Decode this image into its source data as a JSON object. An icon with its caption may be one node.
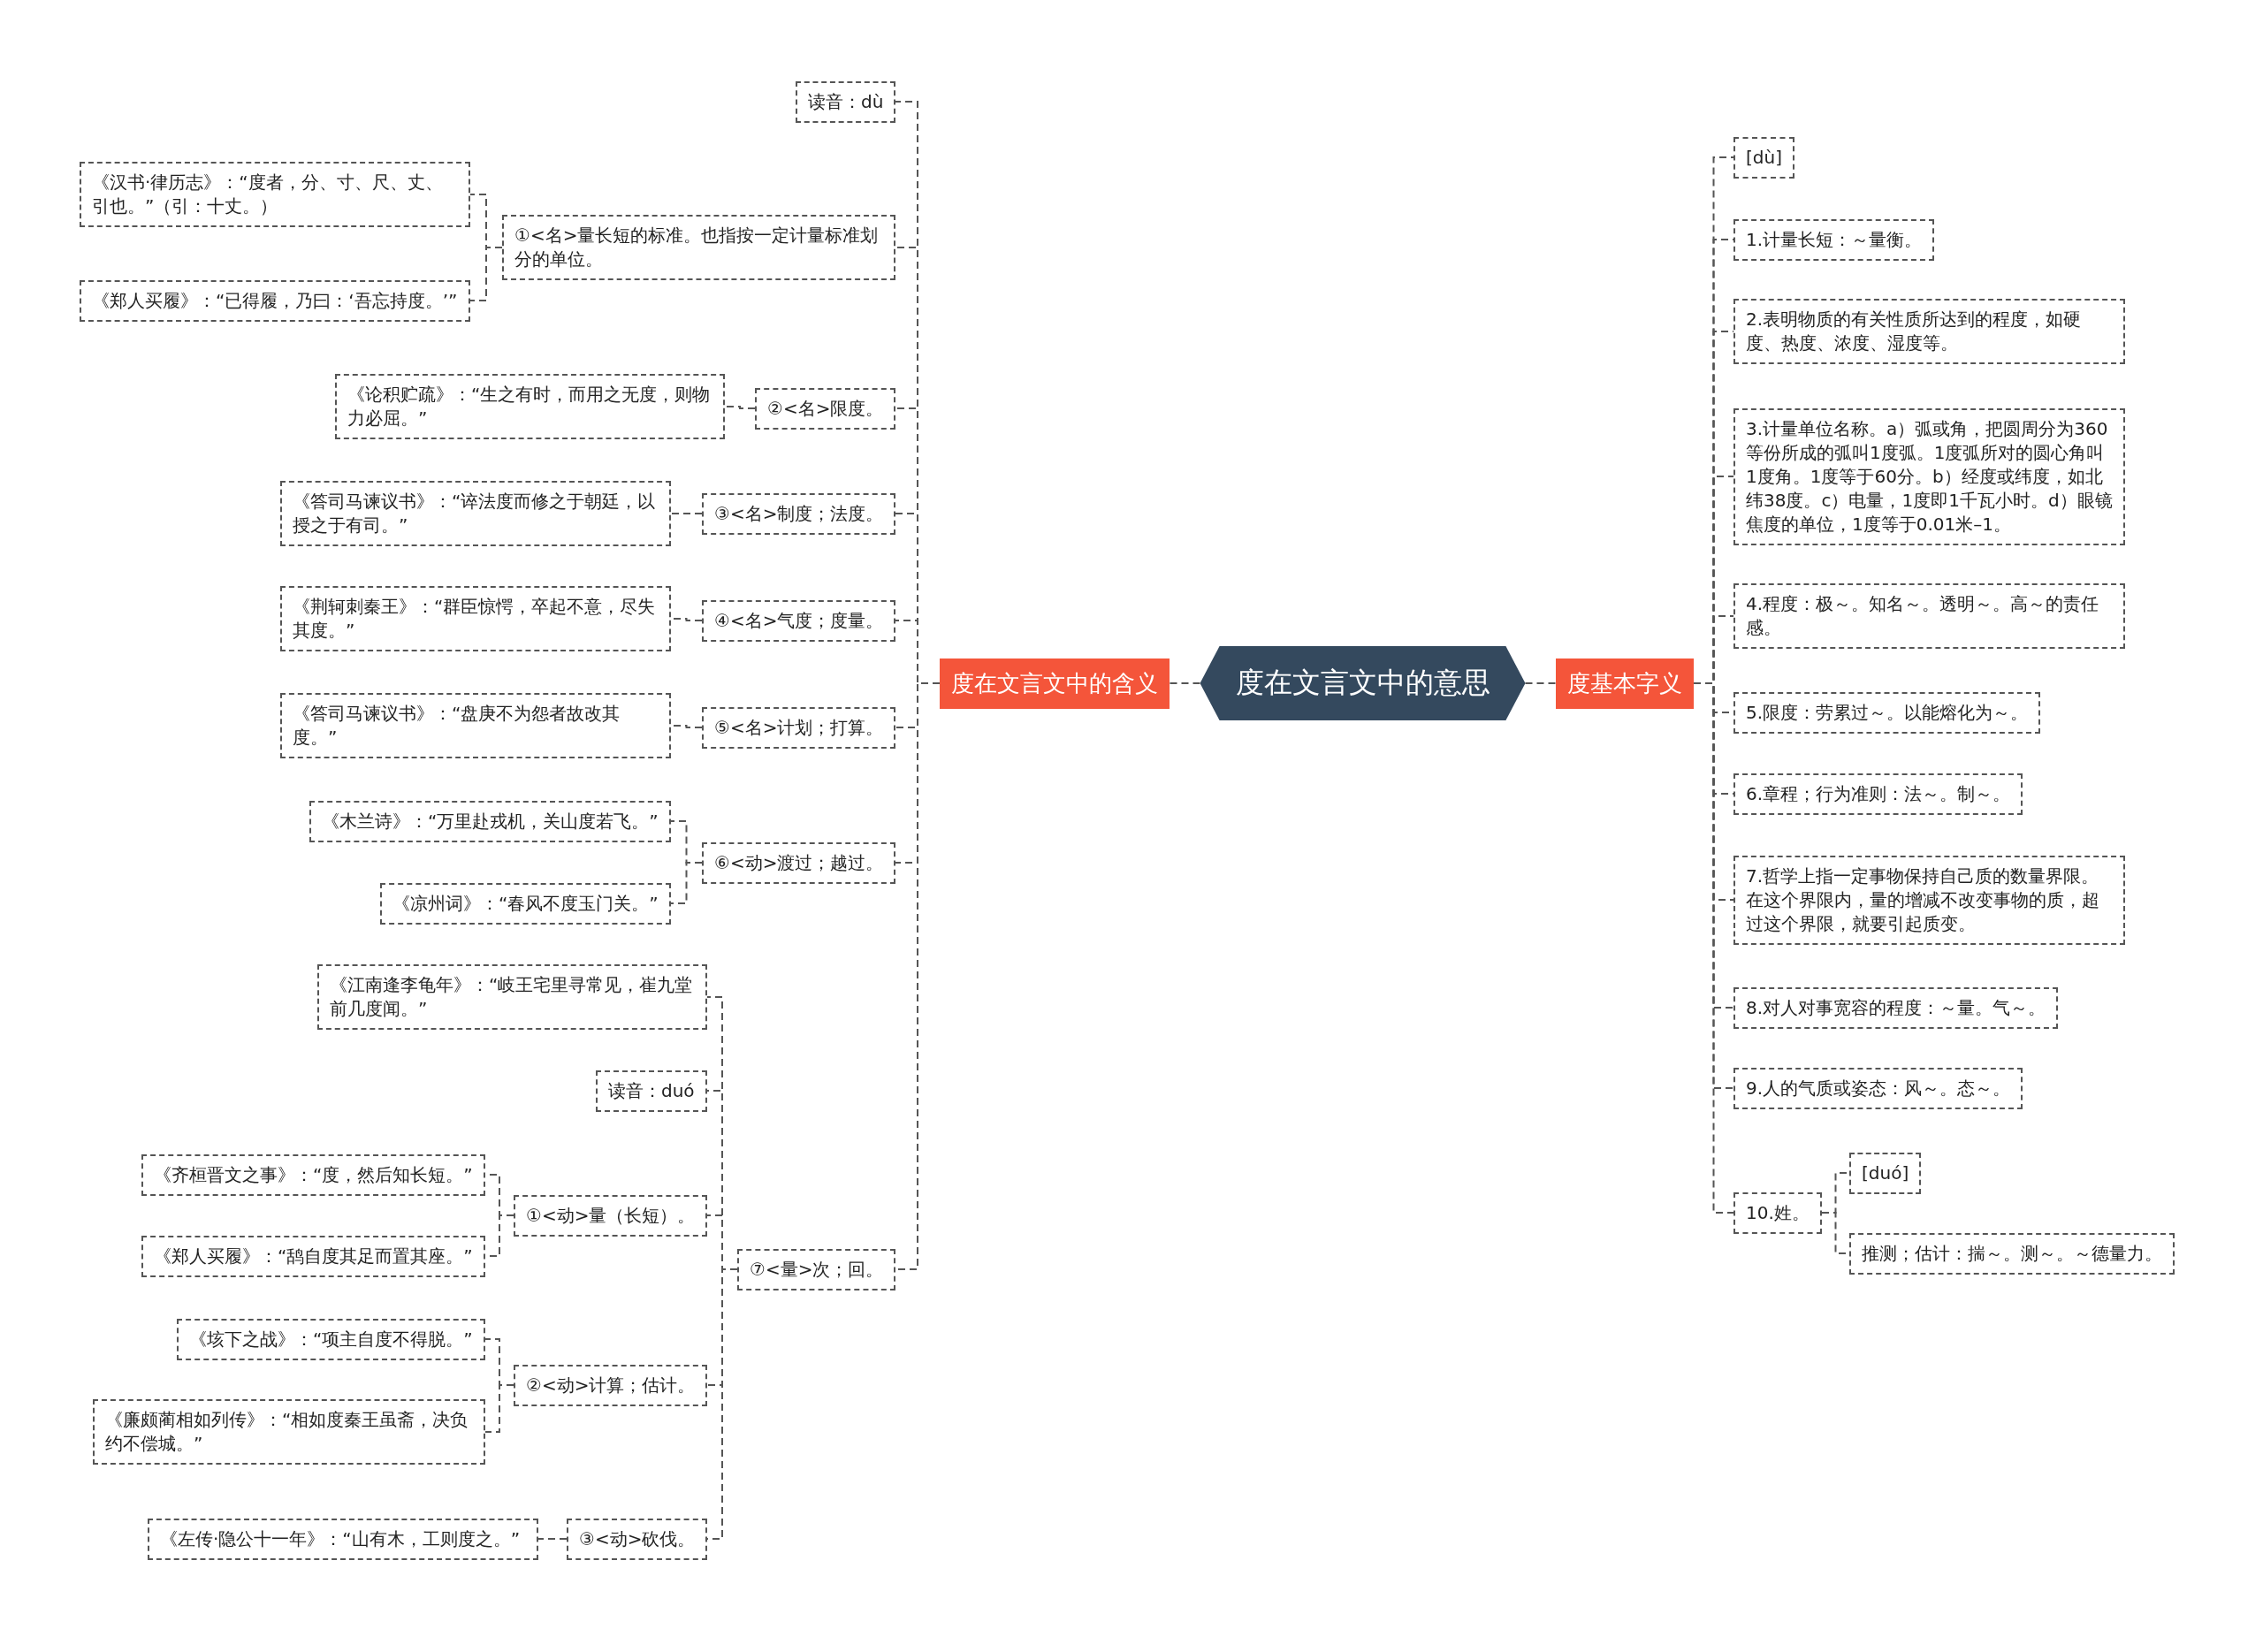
{
  "diagram": {
    "nodes": [
      {
        "text": [
          "度在文言文中的意思"
        ]
      },
      {
        "text": [
          "度在文言文中的含义"
        ]
      },
      {
        "text": [
          "读音：dù"
        ]
      },
      {
        "text": [
          "①<名>量长短的标准。也指按一定计量标准划分的单位。"
        ]
      },
      {
        "text": [
          "《汉书·律历志》：“度者，分、寸、尺、丈、引也。”（引：十丈。）"
        ]
      },
      {
        "text": [
          "《郑人买履》：“已得履，乃曰：‘吾忘持度。’”"
        ]
      },
      {
        "text": [
          "②<名>限度。"
        ]
      },
      {
        "text": [
          "《论积贮疏》：“生之有时，而用之无度，则物力必屈。”"
        ]
      },
      {
        "text": [
          "③<名>制度；法度。"
        ]
      },
      {
        "text": [
          "《答司马谏议书》：“谇法度而修之于朝廷，以授之于有司。”"
        ]
      },
      {
        "text": [
          "④<名>气度；度量。"
        ]
      },
      {
        "text": [
          "《荆轲刺秦王》：“群臣惊愕，卒起不意，尽失其度。”"
        ]
      },
      {
        "text": [
          "⑤<名>计划；打算。"
        ]
      },
      {
        "text": [
          "《答司马谏议书》：“盘庚不为怨者故改其度。”"
        ]
      },
      {
        "text": [
          "⑥<动>渡过；越过。"
        ]
      },
      {
        "text": [
          "《木兰诗》：“万里赴戎机，关山度若飞。”"
        ]
      },
      {
        "text": [
          "《凉州词》：“春风不度玉门关。”"
        ]
      },
      {
        "text": [
          "⑦<量>次；回。"
        ]
      },
      {
        "text": [
          "《江南逢李龟年》：“岐王宅里寻常见，崔九堂前几度闻。”"
        ]
      },
      {
        "text": [
          "读音：duó"
        ]
      },
      {
        "text": [
          "①<动>量（长短）。"
        ]
      },
      {
        "text": [
          "《齐桓晋文之事》：“度，然后知长短。”"
        ]
      },
      {
        "text": [
          "《郑人买履》：“鸹自度其足而置其座。”"
        ]
      },
      {
        "text": [
          "②<动>计算；估计。"
        ]
      },
      {
        "text": [
          "《垓下之战》：“项主自度不得脱。”"
        ]
      },
      {
        "text": [
          "《廉颇蔺相如列传》：“相如度秦王虽斋，决负约不偿城。”"
        ]
      },
      {
        "text": [
          "③<动>砍伐。"
        ]
      },
      {
        "text": [
          "《左传·隐公十一年》：“山有木，工则度之。”"
        ]
      },
      {
        "text": [
          "[dù]"
        ]
      },
      {
        "text": [
          "1.计量长短：～量衡。"
        ]
      },
      {
        "text": [
          "2.表明物质的有关性质所达到的程度，如硬度、热度、浓度、湿度等。"
        ]
      },
      {
        "text": [
          "3.计量单位名称。a）弧或角，把圆周分为360等份所成的弧叫1度弧。1度弧所对的圆心角叫1度角。1度等于60分。b）经度或纬度，如北纬38度。c）电量，1度即1千瓦小时。d）眼镜焦度的单位，1度等于0.01米–1。"
        ]
      },
      {
        "text": [
          "4.程度：极～。知名～。透明～。高～的责任感。"
        ]
      },
      {
        "text": [
          "5.限度：劳累过～。以能熔化为～。"
        ]
      },
      {
        "text": [
          "6.章程；行为准则：法～。制～。"
        ]
      },
      {
        "text": [
          "7.哲学上指一定事物保持自己质的数量界限。在这个界限内，量的增减不改变事物的质，超过这个界限，就要引起质变。"
        ]
      },
      {
        "text": [
          "8.对人对事宽容的程度：～量。气～。"
        ]
      },
      {
        "text": [
          "9.人的气质或姿态：风～。态～。"
        ]
      },
      {
        "text": [
          "10.姓。"
        ]
      },
      {
        "text": [
          "[duó]"
        ]
      },
      {
        "text": [
          "推测；估计：揣～。测～。～德量力。"
        ]
      },
      {
        "text": [
          "度基本字义"
        ]
      }
    ],
    "edges": [
      {
        "from": 0,
        "to": 1,
        "arrow": "none"
      },
      {
        "from": 0,
        "to": 41,
        "arrow": "none"
      },
      {
        "from": 1,
        "to": 2,
        "arrow": "none"
      },
      {
        "from": 1,
        "to": 3,
        "arrow": "none"
      },
      {
        "from": 3,
        "to": 4,
        "arrow": "none"
      },
      {
        "from": 3,
        "to": 5,
        "arrow": "none"
      },
      {
        "from": 1,
        "to": 6,
        "arrow": "none"
      },
      {
        "from": 6,
        "to": 7,
        "arrow": "none"
      },
      {
        "from": 1,
        "to": 8,
        "arrow": "none"
      },
      {
        "from": 8,
        "to": 9,
        "arrow": "none"
      },
      {
        "from": 1,
        "to": 10,
        "arrow": "none"
      },
      {
        "from": 10,
        "to": 11,
        "arrow": "none"
      },
      {
        "from": 1,
        "to": 12,
        "arrow": "none"
      },
      {
        "from": 12,
        "to": 13,
        "arrow": "none"
      },
      {
        "from": 1,
        "to": 14,
        "arrow": "none"
      },
      {
        "from": 14,
        "to": 15,
        "arrow": "none"
      },
      {
        "from": 14,
        "to": 16,
        "arrow": "none"
      },
      {
        "from": 1,
        "to": 17,
        "arrow": "none"
      },
      {
        "from": 17,
        "to": 18,
        "arrow": "none"
      },
      {
        "from": 17,
        "to": 19,
        "arrow": "none"
      },
      {
        "from": 17,
        "to": 20,
        "arrow": "none"
      },
      {
        "from": 20,
        "to": 21,
        "arrow": "none"
      },
      {
        "from": 20,
        "to": 22,
        "arrow": "none"
      },
      {
        "from": 17,
        "to": 23,
        "arrow": "none"
      },
      {
        "from": 23,
        "to": 24,
        "arrow": "none"
      },
      {
        "from": 23,
        "to": 25,
        "arrow": "none"
      },
      {
        "from": 17,
        "to": 26,
        "arrow": "none"
      },
      {
        "from": 26,
        "to": 27,
        "arrow": "none"
      },
      {
        "from": 41,
        "to": 28,
        "arrow": "none"
      },
      {
        "from": 41,
        "to": 29,
        "arrow": "none"
      },
      {
        "from": 41,
        "to": 30,
        "arrow": "none"
      },
      {
        "from": 41,
        "to": 31,
        "arrow": "none"
      },
      {
        "from": 41,
        "to": 32,
        "arrow": "none"
      },
      {
        "from": 41,
        "to": 33,
        "arrow": "none"
      },
      {
        "from": 41,
        "to": 34,
        "arrow": "none"
      },
      {
        "from": 41,
        "to": 35,
        "arrow": "none"
      },
      {
        "from": 41,
        "to": 36,
        "arrow": "none"
      },
      {
        "from": 41,
        "to": 37,
        "arrow": "none"
      },
      {
        "from": 41,
        "to": 38,
        "arrow": "none"
      },
      {
        "from": 38,
        "to": 39,
        "arrow": "none"
      },
      {
        "from": 38,
        "to": 40,
        "arrow": "none"
      }
    ]
  }
}
